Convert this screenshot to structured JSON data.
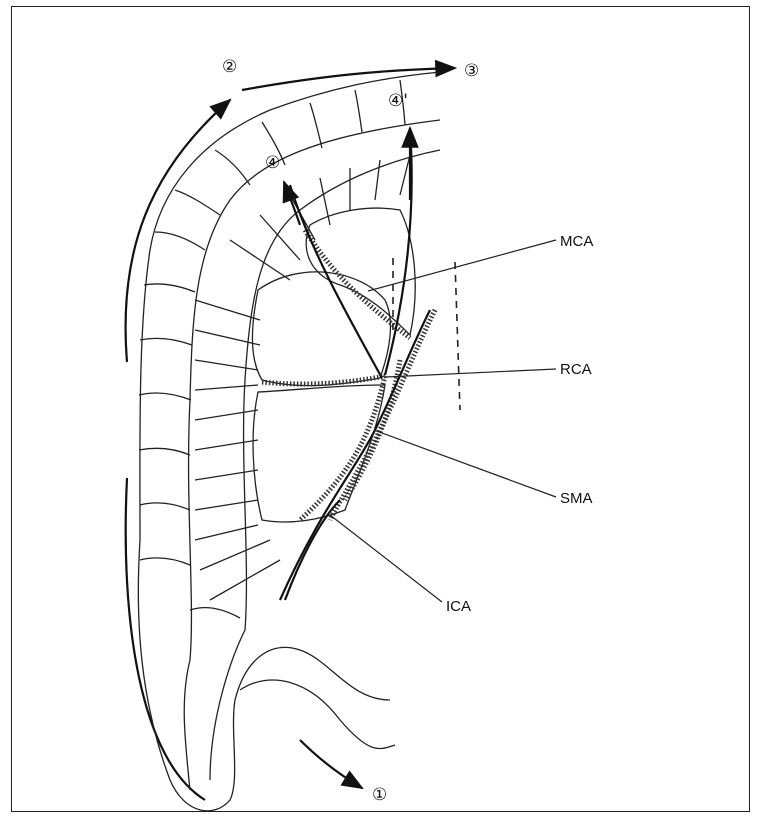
{
  "labels": {
    "mca": "MCA",
    "rca": "RCA",
    "sma": "SMA",
    "ica": "ICA"
  },
  "markers": {
    "m1": "①",
    "m2": "②",
    "m3": "③",
    "m4": "④",
    "m4_prime": "④'"
  }
}
